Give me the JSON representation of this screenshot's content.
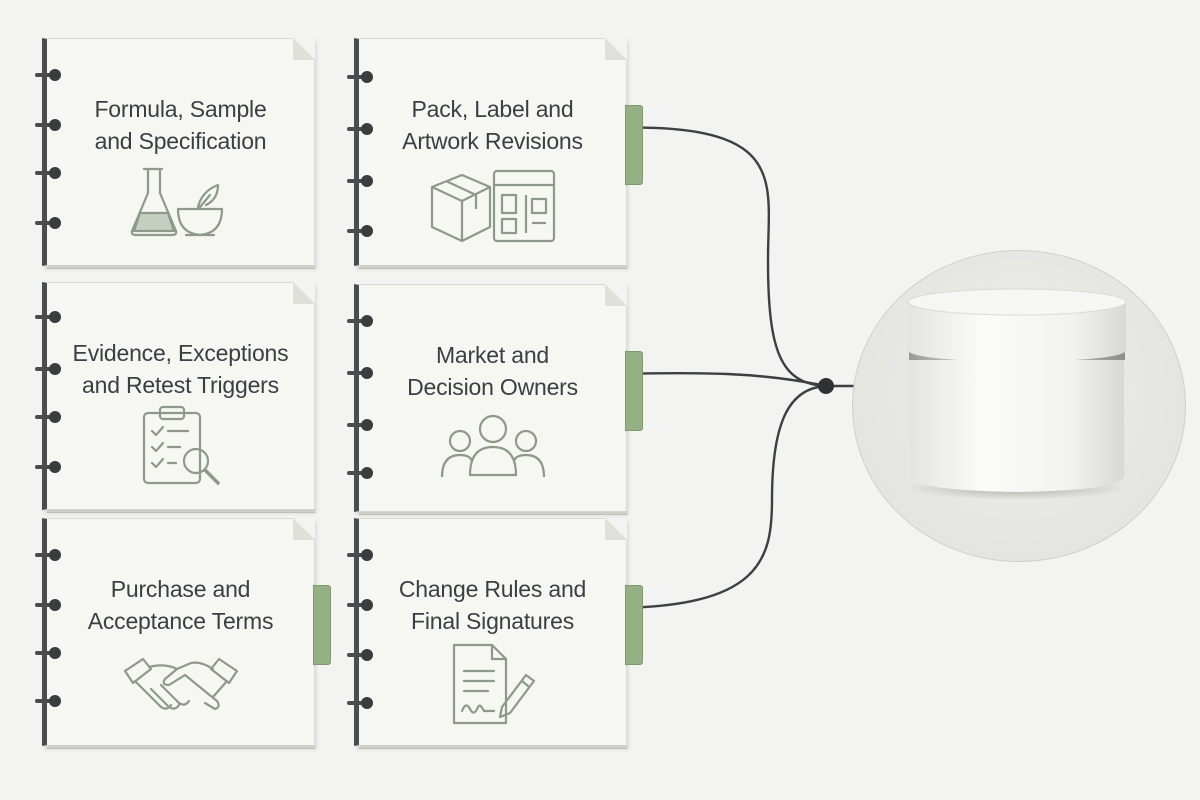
{
  "colors": {
    "background": "#f3f3f1",
    "card": "#f6f6f2",
    "spine": "#4a4d50",
    "tab_green": "#95b184",
    "icon_stroke": "#8c9a8a",
    "connector": "#3d4043"
  },
  "cards": [
    {
      "title": "Formula, Sample\nand Specification",
      "icon": "flask-and-mortar-icon"
    },
    {
      "title": "Pack, Label and\nArtwork Revisions",
      "icon": "box-and-label-icon"
    },
    {
      "title": "Evidence, Exceptions\nand Retest Triggers",
      "icon": "clipboard-magnifier-icon"
    },
    {
      "title": "Market and\nDecision Owners",
      "icon": "people-group-icon"
    },
    {
      "title": "Purchase and\nAcceptance Terms",
      "icon": "handshake-icon"
    },
    {
      "title": "Change Rules and\nFinal Signatures",
      "icon": "signed-document-icon"
    }
  ],
  "target": {
    "icon": "cosmetic-jar-icon"
  }
}
